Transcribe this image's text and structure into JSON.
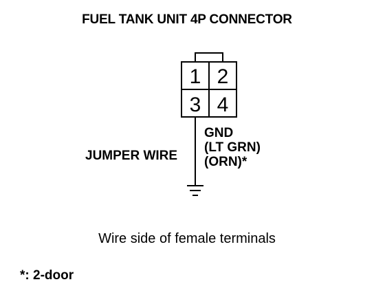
{
  "title": "FUEL TANK UNIT 4P CONNECTOR",
  "connector": {
    "pins": [
      "1",
      "2",
      "3",
      "4"
    ]
  },
  "labels": {
    "jumper": "JUMPER WIRE",
    "gnd": "GND",
    "wire_color_1": "(LT GRN)",
    "wire_color_2": "(ORN)*"
  },
  "caption": "Wire side of female terminals",
  "footnote": "*: 2-door"
}
